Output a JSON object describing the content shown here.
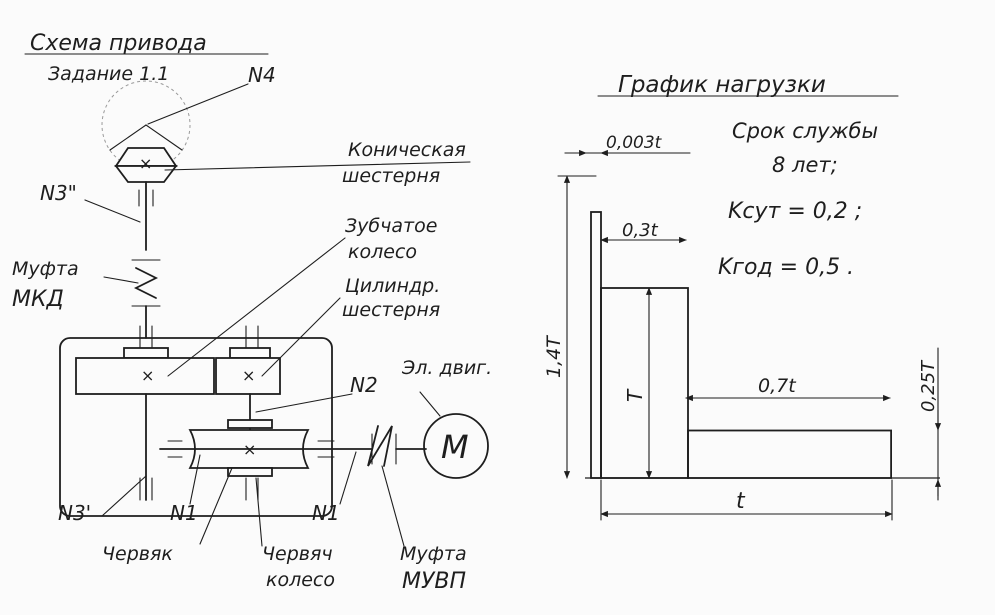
{
  "scheme": {
    "title": "Схема привода",
    "subtitle": "Задание 1.1",
    "labels": {
      "n4": "N4",
      "n3_double": "N3\"",
      "n3_prime": "N3'",
      "n2": "N2",
      "n1_left": "N1",
      "n1_right": "N1",
      "bevel_1": "Коническая",
      "bevel_2": "шестерня",
      "gear_1": "Зубчатое",
      "gear_2": "колесо",
      "spur_1": "Цилиндр.",
      "spur_2": "шестерня",
      "coupling_left_1": "Муфта",
      "coupling_left_2": "МКД",
      "motor_1": "Эл. двиг.",
      "motor_symbol": "M",
      "worm": "Червяк",
      "worm_wheel_1": "Червяч",
      "worm_wheel_2": "колесо",
      "coupling_right_1": "Муфта",
      "coupling_right_2": "МУВП",
      "cross": "×"
    }
  },
  "load_chart": {
    "title": "График нагрузки",
    "notes": {
      "life_1": "Срок службы",
      "life_2": "8 лет;",
      "k_day": "Kсут = 0,2 ;",
      "k_year": "Kгод = 0,5 ."
    },
    "dims": {
      "start_time": "0,003t",
      "peak_load": "1,4T",
      "mid_time": "0,3t",
      "mid_load": "T",
      "low_time": "0,7t",
      "low_load": "0,25T",
      "total_time": "t"
    }
  },
  "chart_data": {
    "type": "line",
    "title": "График нагрузки",
    "xlabel": "",
    "ylabel": "",
    "x_unit": "t",
    "y_unit": "T",
    "series": [
      {
        "steps": [
          {
            "duration": 0.003,
            "load": 1.4
          },
          {
            "duration": 0.3,
            "load": 1.0
          },
          {
            "duration": 0.7,
            "load": 0.25
          }
        ]
      }
    ]
  }
}
